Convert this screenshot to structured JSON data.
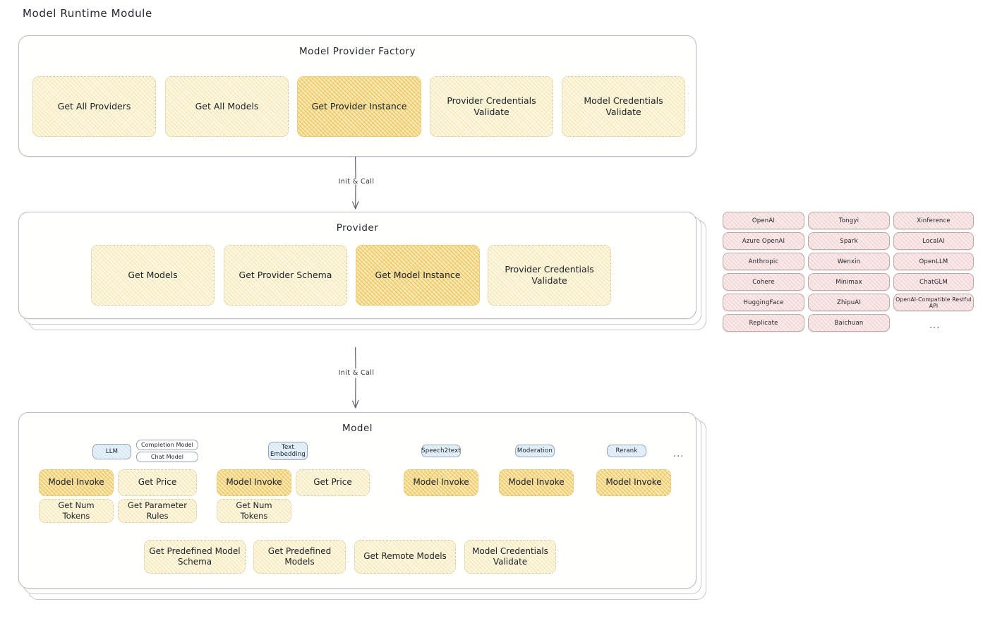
{
  "page": {
    "title": "Model Runtime Module"
  },
  "factory": {
    "title": "Model Provider Factory",
    "nodes": [
      {
        "label": "Get All Providers",
        "highlight": false
      },
      {
        "label": "Get All Models",
        "highlight": false
      },
      {
        "label": "Get Provider Instance",
        "highlight": true
      },
      {
        "label": "Provider Credentials Validate",
        "highlight": false
      },
      {
        "label": "Model Credentials Validate",
        "highlight": false
      }
    ]
  },
  "connector1": {
    "label": "Init & Call"
  },
  "provider": {
    "title": "Provider",
    "nodes": [
      {
        "label": "Get Models",
        "highlight": false
      },
      {
        "label": "Get Provider Schema",
        "highlight": false
      },
      {
        "label": "Get Model Instance",
        "highlight": true
      },
      {
        "label": "Provider Credentials Validate",
        "highlight": false
      }
    ]
  },
  "connector2": {
    "label": "Init & Call"
  },
  "provider_list": {
    "columns": [
      [
        "OpenAI",
        "Azure OpenAI",
        "Anthropic",
        "Cohere",
        "HuggingFace",
        "Replicate"
      ],
      [
        "Tongyi",
        "Spark",
        "Wenxin",
        "Minimax",
        "ZhipuAI",
        "Baichuan"
      ],
      [
        "Xinference",
        "LocalAI",
        "OpenLLM",
        "ChatGLM",
        "OpenAI-Compatible Restful API"
      ]
    ],
    "more": "..."
  },
  "model": {
    "title": "Model",
    "more": "...",
    "types": [
      {
        "name": "LLM",
        "sub_badges": [
          "Completion Model",
          "Chat Model"
        ],
        "nodes": [
          {
            "label": "Model Invoke",
            "highlight": true
          },
          {
            "label": "Get Price",
            "highlight": false
          },
          {
            "label": "Get Num Tokens",
            "highlight": false
          },
          {
            "label": "Get Parameter Rules",
            "highlight": false
          }
        ]
      },
      {
        "name": "Text Embedding",
        "sub_badges": [],
        "nodes": [
          {
            "label": "Model Invoke",
            "highlight": true
          },
          {
            "label": "Get Price",
            "highlight": false
          },
          {
            "label": "Get Num Tokens",
            "highlight": false
          }
        ]
      },
      {
        "name": "Speech2text",
        "sub_badges": [],
        "nodes": [
          {
            "label": "Model Invoke",
            "highlight": true
          }
        ]
      },
      {
        "name": "Moderation",
        "sub_badges": [],
        "nodes": [
          {
            "label": "Model Invoke",
            "highlight": true
          }
        ]
      },
      {
        "name": "Rerank",
        "sub_badges": [],
        "nodes": [
          {
            "label": "Model Invoke",
            "highlight": true
          }
        ]
      }
    ],
    "common_nodes": [
      {
        "label": "Get Predefined Model Schema"
      },
      {
        "label": "Get Predefined Models"
      },
      {
        "label": "Get Remote Models"
      },
      {
        "label": "Model Credentials Validate"
      }
    ]
  },
  "colors": {
    "node_fill": "#fdf8e4",
    "node_highlight_fill": "#fbe9b4",
    "badge_blue_fill": "#e6f1fa",
    "chip_pink_fill": "#fbeaea",
    "panel_border": "#b9bcc2",
    "text": "#1f2430"
  }
}
